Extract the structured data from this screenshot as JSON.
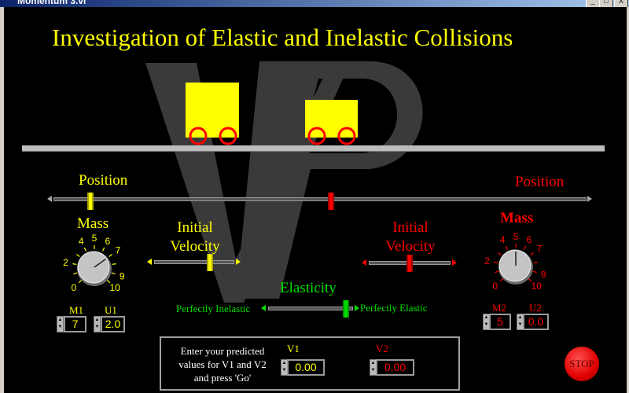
{
  "window": {
    "title": "Momentum 3.vi",
    "min": "_",
    "max": "□",
    "close": "X"
  },
  "heading": "Investigation of Elastic and Inelastic Collisions",
  "watermark": "VP",
  "cart1": {
    "position_label": "Position",
    "position_fraction": 0.07,
    "mass_label": "Mass",
    "mass": 7,
    "velocity_label_1": "Initial",
    "velocity_label_2": "Velocity",
    "velocity_fraction": 0.7,
    "m_label": "M1",
    "m_value": "7",
    "u_label": "U1",
    "u_value": "2.0",
    "color": "#ffff00"
  },
  "cart2": {
    "position_label": "Position",
    "position_fraction": 0.52,
    "mass_label": "Mass",
    "mass": 5,
    "velocity_label_1": "Initial",
    "velocity_label_2": "Velocity",
    "velocity_fraction": 0.5,
    "m_label": "M2",
    "m_value": "5",
    "u_label": "U2",
    "u_value": "0.0",
    "color": "#ff0000"
  },
  "knob_labels": [
    "0",
    "2",
    "4",
    "5",
    "6",
    "7",
    "9",
    "10"
  ],
  "elasticity": {
    "label": "Elasticity",
    "left": "Perfectly Inelastic",
    "right": "Perfectly Elastic",
    "fraction": 0.92
  },
  "prediction": {
    "instructions_1": "Enter your predicted",
    "instructions_2": "values for V1 and V2",
    "instructions_3": "and press 'Go'",
    "v1_label": "V1",
    "v1_value": "0.00",
    "v2_label": "V2",
    "v2_value": "0.00"
  },
  "stop_label": "STOP"
}
